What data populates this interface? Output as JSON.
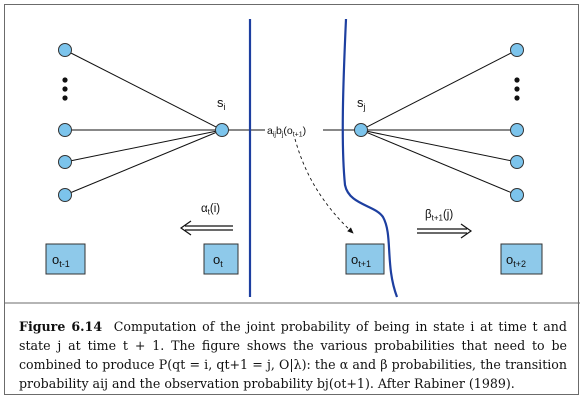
{
  "figure": {
    "states": {
      "left_label": "s",
      "left_sub": "i",
      "right_label": "s",
      "right_sub": "j"
    },
    "transition": {
      "a": "a",
      "a_sub": "ij",
      "b": "b",
      "b_sub": "j",
      "o": "(o",
      "o_sub": "t+1",
      "close": ")"
    },
    "alpha": {
      "symbol": "α",
      "sub": "t",
      "arg": "(i)"
    },
    "beta": {
      "symbol": "β",
      "sub": "t+1",
      "arg": "(j)"
    },
    "observations": [
      {
        "base": "o",
        "sub": "t-1"
      },
      {
        "base": "o",
        "sub": "t"
      },
      {
        "base": "o",
        "sub": "t+1"
      },
      {
        "base": "o",
        "sub": "t+2"
      }
    ],
    "colors": {
      "node_fill": "#7cc4ec",
      "obs_fill": "#8ec9ea",
      "divider": "#1d3fa0",
      "edge": "#111111"
    }
  },
  "caption": {
    "label": "Figure 6.14",
    "text": "Computation of the joint probability of being in state i at time t and state j at time t + 1. The figure shows the various probabilities that need to be combined to produce P(qt = i, qt+1 = j, O|λ): the α and β probabilities, the transition probability aij and the observation probability bj(ot+1). After Rabiner (1989)."
  }
}
